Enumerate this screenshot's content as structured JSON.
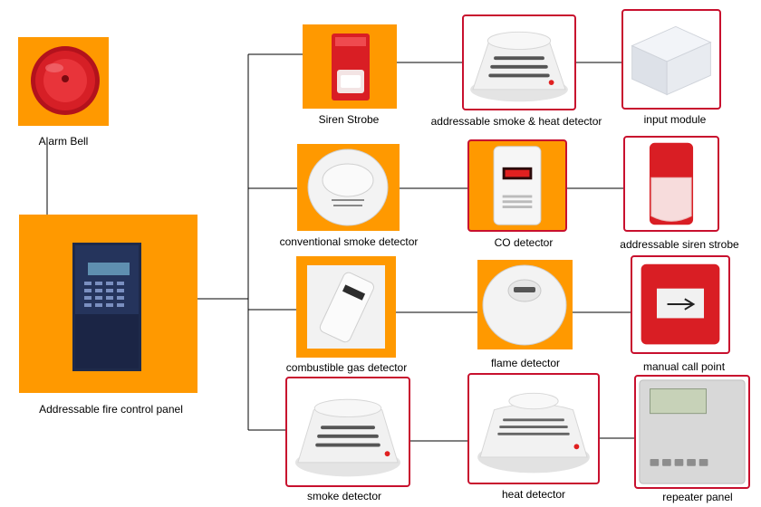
{
  "panel": {
    "label": "Addressable fire control panel"
  },
  "alarm_bell": {
    "label": "Alarm Bell"
  },
  "row1": {
    "siren_strobe": "Siren Strobe",
    "addressable_smoke_heat": "addressable smoke & heat detector",
    "input_module": "input module"
  },
  "row2": {
    "conventional_smoke": "conventional smoke detector",
    "co_detector": "CO detector",
    "addressable_siren_strobe": "addressable siren strobe"
  },
  "row3": {
    "combustible_gas": "combustible gas detector",
    "flame_detector": "flame detector",
    "manual_call_point": "manual call point"
  },
  "row4": {
    "smoke_detector": "smoke detector",
    "heat_detector": "heat detector",
    "repeater_panel": "repeater panel"
  },
  "colors": {
    "orange": "#ff9900",
    "red_border": "#c8102e",
    "line": "#000000"
  }
}
